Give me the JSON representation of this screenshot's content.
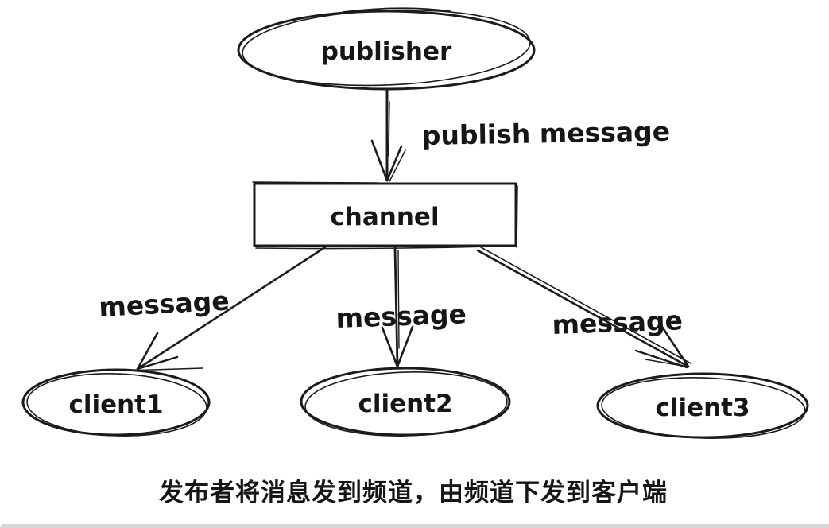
{
  "diagram": {
    "nodes": [
      {
        "id": "publisher",
        "label": "publisher",
        "shape": "ellipse"
      },
      {
        "id": "channel",
        "label": "channel",
        "shape": "rect"
      },
      {
        "id": "client1",
        "label": "client1",
        "shape": "ellipse"
      },
      {
        "id": "client2",
        "label": "client2",
        "shape": "ellipse"
      },
      {
        "id": "client3",
        "label": "client3",
        "shape": "ellipse"
      }
    ],
    "edges": [
      {
        "from": "publisher",
        "to": "channel",
        "label": "publish message"
      },
      {
        "from": "channel",
        "to": "client1",
        "label": "message"
      },
      {
        "from": "channel",
        "to": "client2",
        "label": "message"
      },
      {
        "from": "channel",
        "to": "client3",
        "label": "message"
      }
    ],
    "caption": "发布者将消息发到频道，由频道下发到客户端"
  },
  "colors": {
    "ink": "#1b1b1b",
    "background": "#ffffff",
    "bottom_strip": "#d8d8d8"
  }
}
